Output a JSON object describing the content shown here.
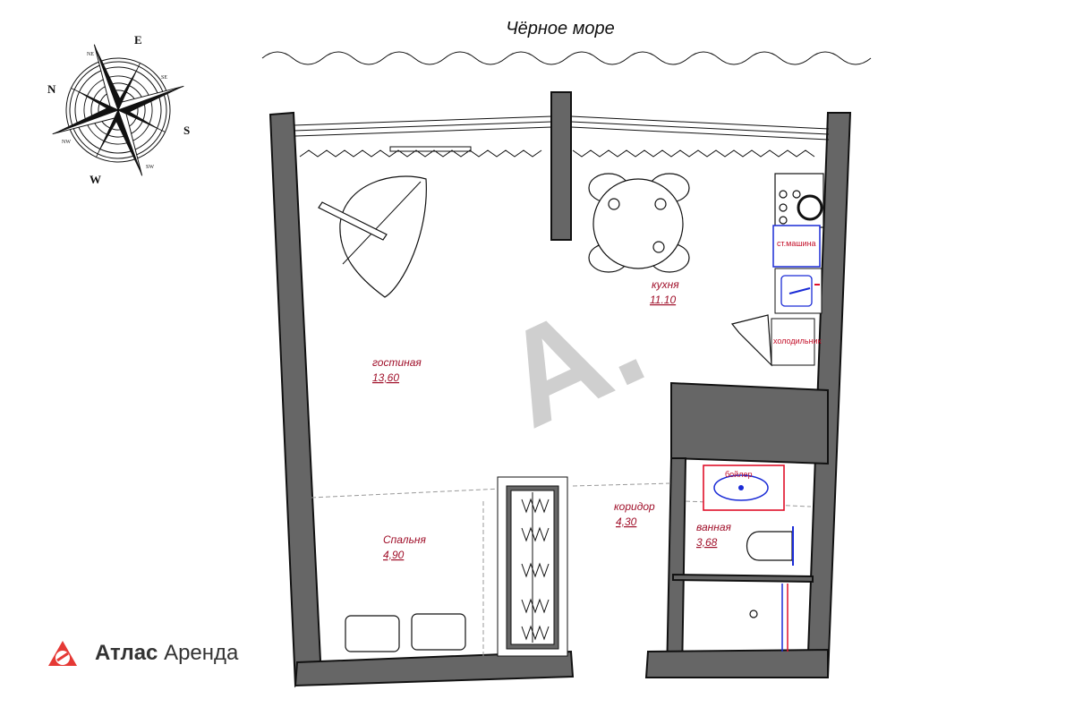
{
  "sea_label": "Чёрное море",
  "compass": {
    "letters": {
      "n": "N",
      "e": "E",
      "s": "S",
      "w": "W"
    },
    "minor": {
      "ne": "NE",
      "se": "SE",
      "sw": "SW",
      "nw": "NW"
    }
  },
  "rooms": {
    "living": {
      "name": "гостиная",
      "area": "13,60"
    },
    "kitchen": {
      "name": "кухня",
      "area": "11.10"
    },
    "bedroom": {
      "name": "Спальня",
      "area": "4,90"
    },
    "corridor": {
      "name": "коридор",
      "area": "4,30"
    },
    "bathroom": {
      "name": "ванная",
      "area": "3,68"
    }
  },
  "appliances": {
    "washing_machine": "ст.машина",
    "fridge": "холодильник",
    "boiler": "бойлер"
  },
  "watermark": "A.",
  "brand": {
    "bold": "Атлас",
    "regular": "Аренда",
    "color": "#e53935"
  },
  "colors": {
    "wall": "#666666",
    "label": "#a0102a",
    "plumbing_red": "#e0102a",
    "plumbing_blue": "#1a2bd6"
  }
}
